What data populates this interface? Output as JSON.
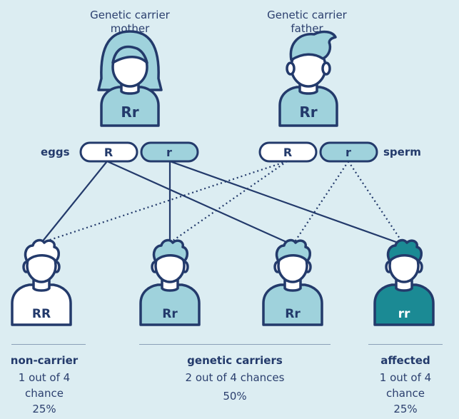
{
  "colors": {
    "background": "#dcedf2",
    "navy": "#233a6b",
    "light_teal": "#9fd2dc",
    "affected_teal": "#1b8a94",
    "white": "#ffffff"
  },
  "parents": [
    {
      "role": "mother",
      "label_line1": "Genetic carrier",
      "label_line2": "mother",
      "genotype": "Rr"
    },
    {
      "role": "father",
      "label_line1": "Genetic carrier",
      "label_line2": "father",
      "genotype": "Rr"
    }
  ],
  "gametes": {
    "mother_label": "eggs",
    "father_label": "sperm",
    "mother": [
      "R",
      "r"
    ],
    "father": [
      "R",
      "r"
    ]
  },
  "children": [
    {
      "genotype": "RR",
      "status": "non-carrier"
    },
    {
      "genotype": "Rr",
      "status": "carrier"
    },
    {
      "genotype": "Rr",
      "status": "carrier"
    },
    {
      "genotype": "rr",
      "status": "affected"
    }
  ],
  "outcomes": {
    "non_carrier": {
      "title": "non-carrier",
      "line1": "1 out of 4",
      "line2": "chance",
      "percent": "25%"
    },
    "carriers": {
      "title": "genetic carriers",
      "line1": "2 out of 4 chances",
      "percent": "50%"
    },
    "affected": {
      "title": "affected",
      "line1": "1 out of 4",
      "line2": "chance",
      "percent": "25%"
    }
  }
}
